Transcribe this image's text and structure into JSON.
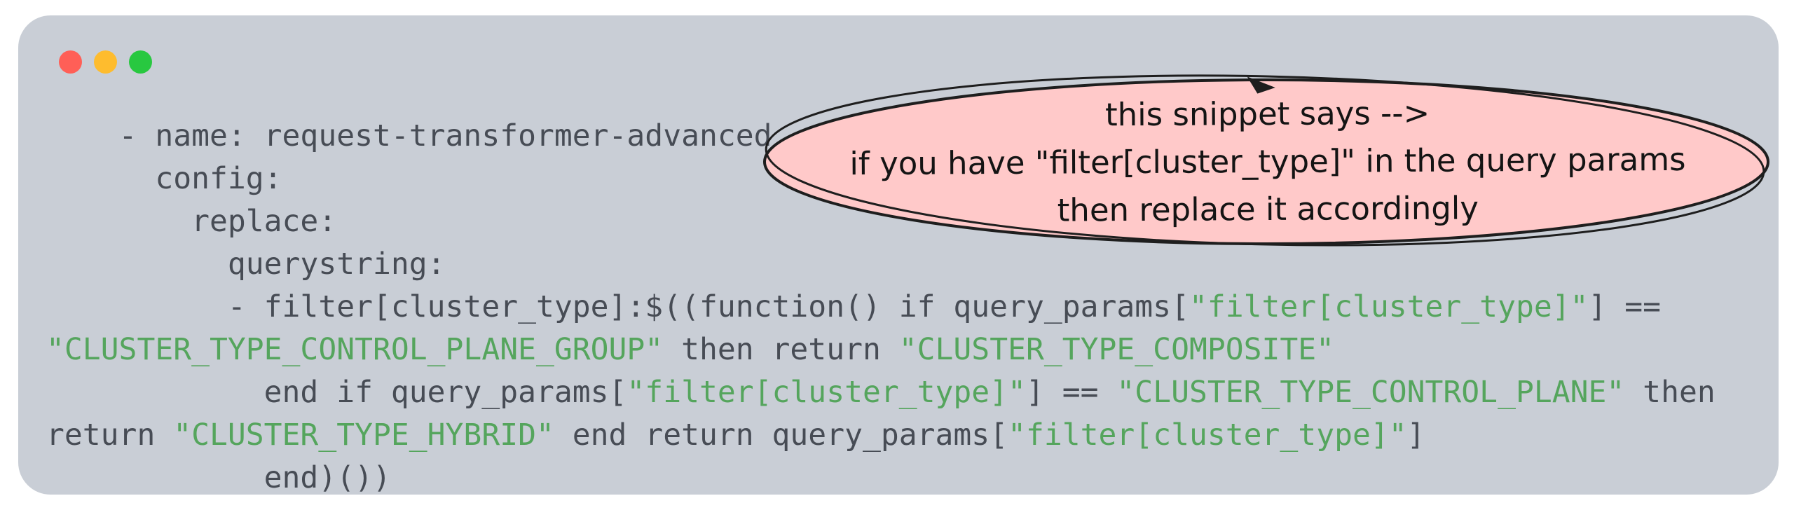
{
  "colors": {
    "page_bg": "#ffffff",
    "window_bg": "#c9ced6",
    "code_plain": "#474c55",
    "code_string": "#55a55d",
    "bubble_fill": "#ffc9c9",
    "bubble_stroke": "#1e1e1e",
    "bubble_text": "#141414",
    "light_red": "#ff5f57",
    "light_yellow": "#febc2e",
    "light_green": "#28c840"
  },
  "window": {
    "traffic_lights": [
      {
        "name": "close",
        "color_key": "light_red"
      },
      {
        "name": "minimize",
        "color_key": "light_yellow"
      },
      {
        "name": "zoom",
        "color_key": "light_green"
      }
    ]
  },
  "code": {
    "language": "yaml",
    "lines": [
      {
        "segments": [
          {
            "t": "    - name: request-transformer-advanced",
            "k": "plain"
          }
        ]
      },
      {
        "segments": [
          {
            "t": "      config:",
            "k": "plain"
          }
        ]
      },
      {
        "segments": [
          {
            "t": "        replace:",
            "k": "plain"
          }
        ]
      },
      {
        "segments": [
          {
            "t": "          querystring:",
            "k": "plain"
          }
        ]
      },
      {
        "segments": [
          {
            "t": "          - filter[cluster_type]:$((function() if query_params[",
            "k": "plain"
          },
          {
            "t": "\"filter[cluster_type]\"",
            "k": "string"
          },
          {
            "t": "] ==",
            "k": "plain"
          }
        ]
      },
      {
        "segments": [
          {
            "t": "\"CLUSTER_TYPE_CONTROL_PLANE_GROUP\"",
            "k": "string"
          },
          {
            "t": " then return ",
            "k": "plain"
          },
          {
            "t": "\"CLUSTER_TYPE_COMPOSITE\"",
            "k": "string"
          }
        ]
      },
      {
        "segments": [
          {
            "t": "            end if query_params[",
            "k": "plain"
          },
          {
            "t": "\"filter[cluster_type]\"",
            "k": "string"
          },
          {
            "t": "] == ",
            "k": "plain"
          },
          {
            "t": "\"CLUSTER_TYPE_CONTROL_PLANE\"",
            "k": "string"
          },
          {
            "t": " then",
            "k": "plain"
          }
        ]
      },
      {
        "segments": [
          {
            "t": "return ",
            "k": "plain"
          },
          {
            "t": "\"CLUSTER_TYPE_HYBRID\"",
            "k": "string"
          },
          {
            "t": " end return query_params[",
            "k": "plain"
          },
          {
            "t": "\"filter[cluster_type]\"",
            "k": "string"
          },
          {
            "t": "]",
            "k": "plain"
          }
        ]
      },
      {
        "segments": [
          {
            "t": "            end)())",
            "k": "plain"
          }
        ]
      }
    ]
  },
  "annotation": {
    "lines": [
      "this snippet says -->",
      "if you have \"filter[cluster_type]\" in the query params",
      "then replace it accordingly"
    ]
  }
}
